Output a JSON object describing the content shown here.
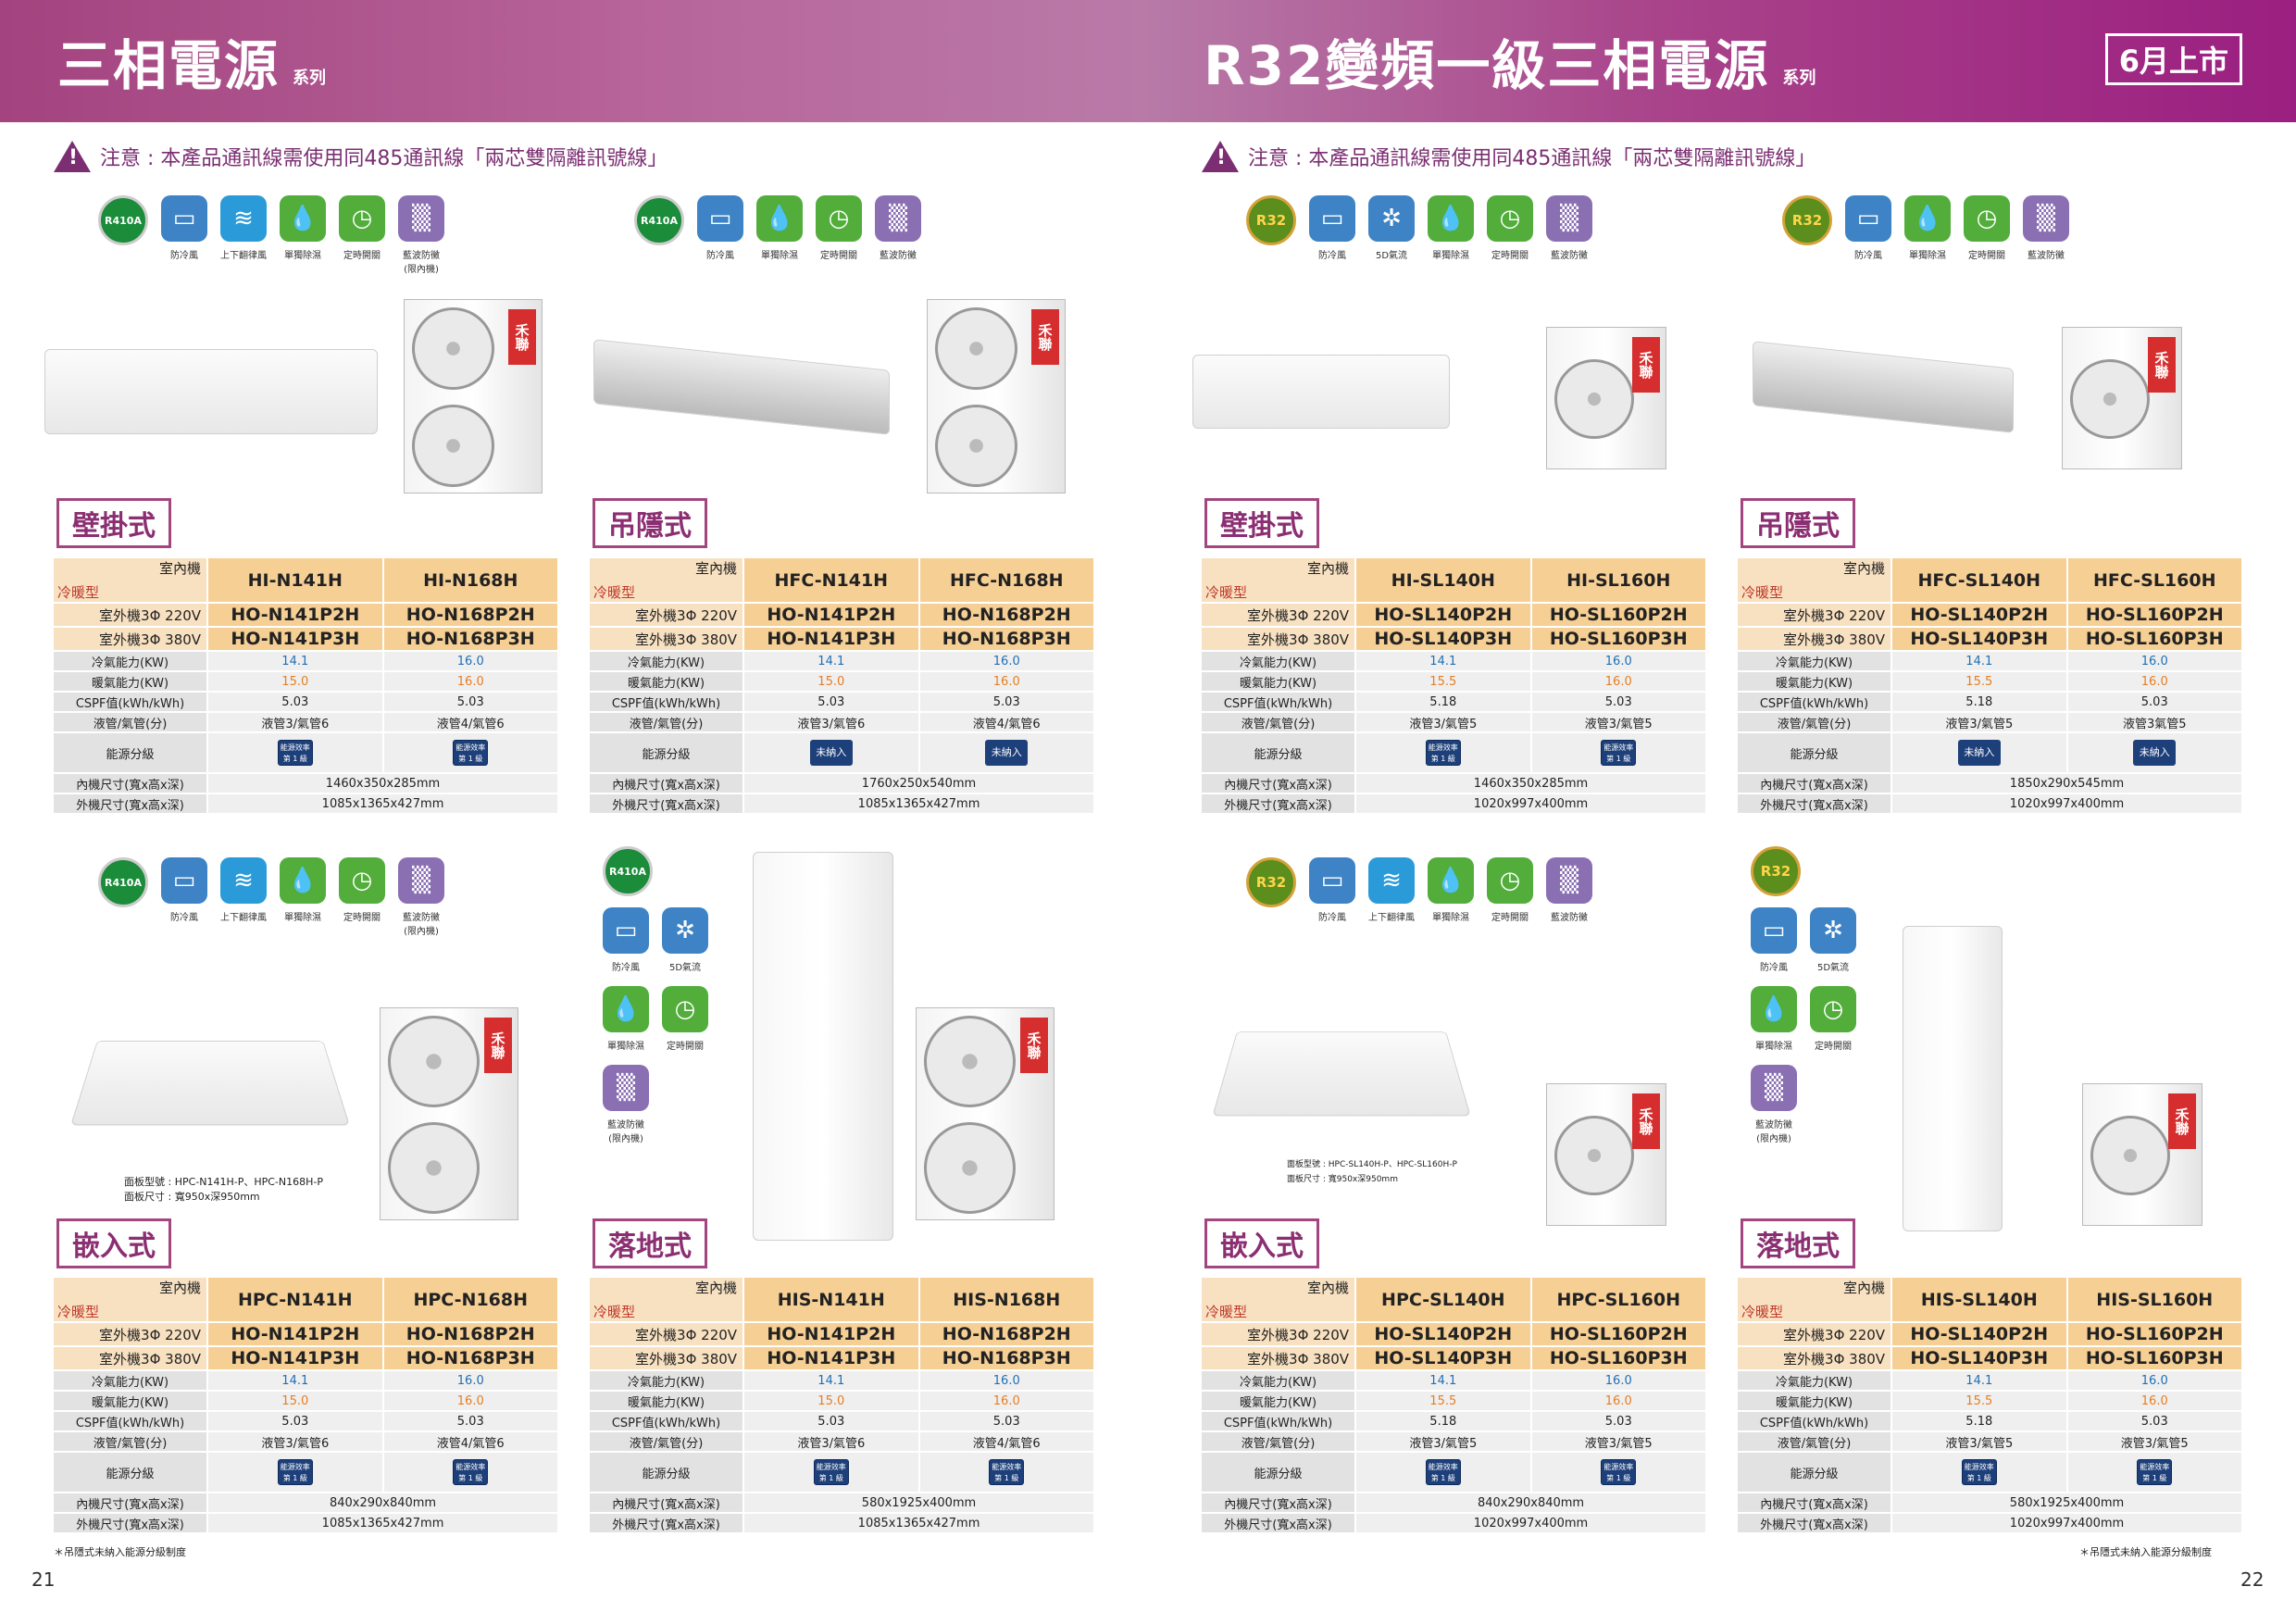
{
  "header": {
    "left_title": "三相電源",
    "right_title": "R32變頻一級三相電源",
    "series": "系列",
    "launch": "6月上市"
  },
  "notice": "注意 : 本產品通訊線需使用同485通訊線「兩芯雙隔離訊號線」",
  "labels": {
    "indoor": "室內機",
    "kind": "冷暖型",
    "out220": "室外機3Φ 220V",
    "out380": "室外機3Φ 380V",
    "cool": "冷氣能力(KW)",
    "heat": "暖氣能力(KW)",
    "cspf": "CSPF值(kWh/kWh)",
    "pipe": "液管/氣管(分)",
    "energy": "能源分級",
    "indoor_size": "內機尺寸(寬x高x深)",
    "outdoor_size": "外機尺寸(寬x高x深)"
  },
  "icons": {
    "ref_r410a": "R410A",
    "ref_r32": "R32",
    "anti_cold": "防冷風",
    "swing": "上下翻律風",
    "dehumid": "單獨除濕",
    "timer": "定時開關",
    "filter": "藍波防黴",
    "filter_note": "(限內機)",
    "airflow": "5D氣流"
  },
  "energy": {
    "level1": "能源效率 第 1 級",
    "none": "未納入"
  },
  "panels": [
    {
      "type": "壁掛式",
      "models": [
        [
          "HI-N141H",
          "HO-N141P2H",
          "HO-N141P3H"
        ],
        [
          "HI-N168H",
          "HO-N168P2H",
          "HO-N168P3H"
        ]
      ],
      "cool": [
        "14.1",
        "16.0"
      ],
      "heat": [
        "15.0",
        "16.0"
      ],
      "cspf": [
        "5.03",
        "5.03"
      ],
      "pipe": [
        "液管3/氣管6",
        "液管4/氣管6"
      ],
      "indoor_size": "1460x350x285mm",
      "outdoor_size": "1085x1365x427mm"
    },
    {
      "type": "吊隱式",
      "models": [
        [
          "HFC-N141H",
          "HO-N141P2H",
          "HO-N141P3H"
        ],
        [
          "HFC-N168H",
          "HO-N168P2H",
          "HO-N168P3H"
        ]
      ],
      "cool": [
        "14.1",
        "16.0"
      ],
      "heat": [
        "15.0",
        "16.0"
      ],
      "cspf": [
        "5.03",
        "5.03"
      ],
      "pipe": [
        "液管3/氣管6",
        "液管4/氣管6"
      ],
      "indoor_size": "1760x250x540mm",
      "outdoor_size": "1085x1365x427mm"
    },
    {
      "type": "壁掛式",
      "models": [
        [
          "HI-SL140H",
          "HO-SL140P2H",
          "HO-SL140P3H"
        ],
        [
          "HI-SL160H",
          "HO-SL160P2H",
          "HO-SL160P3H"
        ]
      ],
      "cool": [
        "14.1",
        "16.0"
      ],
      "heat": [
        "15.5",
        "16.0"
      ],
      "cspf": [
        "5.18",
        "5.03"
      ],
      "pipe": [
        "液管3/氣管5",
        "液管3/氣管5"
      ],
      "indoor_size": "1460x350x285mm",
      "outdoor_size": "1020x997x400mm"
    },
    {
      "type": "吊隱式",
      "models": [
        [
          "HFC-SL140H",
          "HO-SL140P2H",
          "HO-SL140P3H"
        ],
        [
          "HFC-SL160H",
          "HO-SL160P2H",
          "HO-SL160P3H"
        ]
      ],
      "cool": [
        "14.1",
        "16.0"
      ],
      "heat": [
        "15.5",
        "16.0"
      ],
      "cspf": [
        "5.18",
        "5.03"
      ],
      "pipe": [
        "液管3/氣管5",
        "液管3氣管5"
      ],
      "indoor_size": "1850x290x545mm",
      "outdoor_size": "1020x997x400mm"
    },
    {
      "type": "嵌入式",
      "models": [
        [
          "HPC-N141H",
          "HO-N141P2H",
          "HO-N141P3H"
        ],
        [
          "HPC-N168H",
          "HO-N168P2H",
          "HO-N168P3H"
        ]
      ],
      "cool": [
        "14.1",
        "16.0"
      ],
      "heat": [
        "15.0",
        "16.0"
      ],
      "cspf": [
        "5.03",
        "5.03"
      ],
      "pipe": [
        "液管3/氣管6",
        "液管4/氣管6"
      ],
      "indoor_size": "840x290x840mm",
      "outdoor_size": "1085x1365x427mm"
    },
    {
      "type": "落地式",
      "models": [
        [
          "HIS-N141H",
          "HO-N141P2H",
          "HO-N141P3H"
        ],
        [
          "HIS-N168H",
          "HO-N168P2H",
          "HO-N168P3H"
        ]
      ],
      "cool": [
        "14.1",
        "16.0"
      ],
      "heat": [
        "15.0",
        "16.0"
      ],
      "cspf": [
        "5.03",
        "5.03"
      ],
      "pipe": [
        "液管3/氣管6",
        "液管4/氣管6"
      ],
      "indoor_size": "580x1925x400mm",
      "outdoor_size": "1085x1365x427mm"
    },
    {
      "type": "嵌入式",
      "models": [
        [
          "HPC-SL140H",
          "HO-SL140P2H",
          "HO-SL140P3H"
        ],
        [
          "HPC-SL160H",
          "HO-SL160P2H",
          "HO-SL160P3H"
        ]
      ],
      "cool": [
        "14.1",
        "16.0"
      ],
      "heat": [
        "15.5",
        "16.0"
      ],
      "cspf": [
        "5.18",
        "5.03"
      ],
      "pipe": [
        "液管3/氣管5",
        "液管3/氣管5"
      ],
      "indoor_size": "840x290x840mm",
      "outdoor_size": "1020x997x400mm"
    },
    {
      "type": "落地式",
      "models": [
        [
          "HIS-SL140H",
          "HO-SL140P2H",
          "HO-SL140P3H"
        ],
        [
          "HIS-SL160H",
          "HO-SL160P2H",
          "HO-SL160P3H"
        ]
      ],
      "cool": [
        "14.1",
        "16.0"
      ],
      "heat": [
        "15.5",
        "16.0"
      ],
      "cspf": [
        "5.18",
        "5.03"
      ],
      "pipe": [
        "液管3/氣管5",
        "液管3/氣管5"
      ],
      "indoor_size": "580x1925x400mm",
      "outdoor_size": "1020x997x400mm"
    }
  ],
  "panel_notes": {
    "cassette_left": [
      "面板型號 : HPC-N141H-P、HPC-N168H-P",
      "面板尺寸 : 寬950x深950mm"
    ],
    "cassette_right": [
      "面板型號 : HPC-SL140H-P、HPC-SL160H-P",
      "面板尺寸 : 寬950x深950mm"
    ]
  },
  "footnote": "＊吊隱式未納入能源分級制度",
  "brand_badge": "禾聯",
  "page_left": "21",
  "page_right": "22"
}
